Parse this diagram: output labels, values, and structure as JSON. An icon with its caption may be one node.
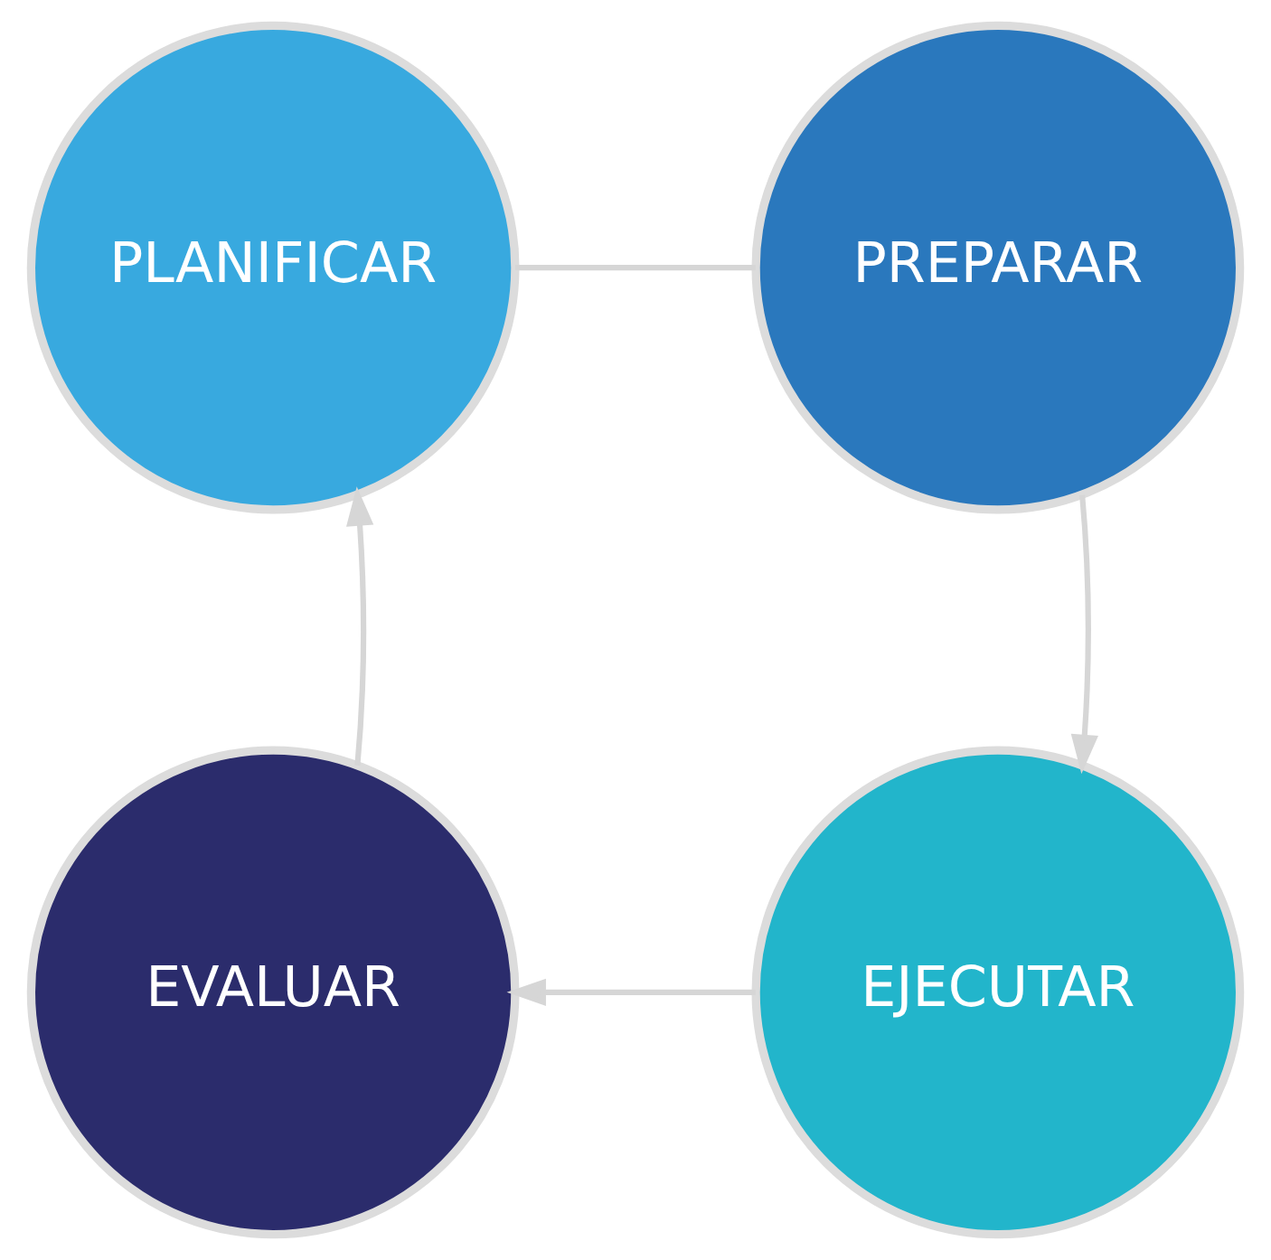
{
  "diagram": {
    "nodes": [
      {
        "text": [
          "PLANIFICAR"
        ]
      },
      {
        "text": [
          "PREPARAR"
        ]
      },
      {
        "text": [
          "EVALUAR"
        ]
      },
      {
        "text": [
          "EJECUTAR"
        ]
      }
    ],
    "edges": [
      {
        "from": 0,
        "to": 1,
        "arrow": "none"
      },
      {
        "from": 1,
        "to": 3,
        "arrow": "to"
      },
      {
        "from": 3,
        "to": 2,
        "arrow": "to"
      },
      {
        "from": 2,
        "to": 0,
        "arrow": "to"
      }
    ]
  }
}
